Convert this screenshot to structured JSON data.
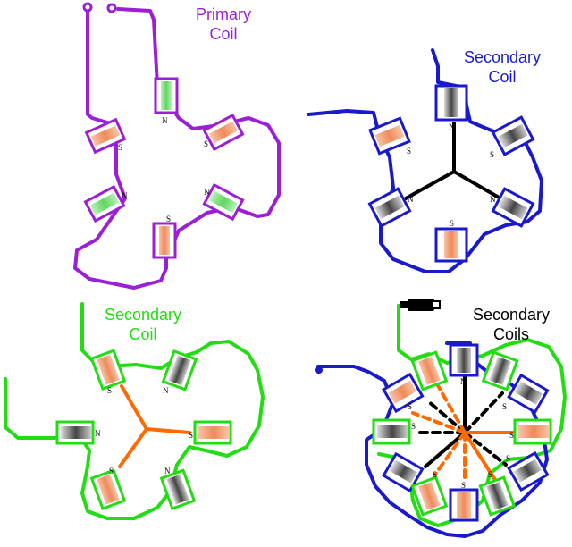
{
  "panels": {
    "primary": {
      "label_line1": "Primary",
      "label_line2": "Coil",
      "color": "#9b1fd6",
      "poles": [
        "N",
        "S",
        "S",
        "N",
        "N",
        "S"
      ]
    },
    "secondary_blue": {
      "label_line1": "Secondary",
      "label_line2": "Coil",
      "color": "#1a1acc",
      "poles": [
        "N",
        "S",
        "S",
        "N",
        "N",
        "S"
      ]
    },
    "secondary_green": {
      "label_line1": "Secondary",
      "label_line2": "Coil",
      "color": "#22dd11",
      "poles": [
        "S",
        "N",
        "S",
        "N",
        "S",
        "N"
      ]
    },
    "combined": {
      "label_line1": "Secondary",
      "label_line2": "Coils",
      "poles": [
        "N",
        "S",
        "S",
        "S",
        "S",
        "S",
        "S",
        "S",
        "S"
      ]
    }
  },
  "colors": {
    "magnet_orange": "#f4a67c",
    "magnet_green": "#7ee07e",
    "magnet_gray": "#777777",
    "star_black": "#000000",
    "star_orange": "#ff6a00"
  }
}
